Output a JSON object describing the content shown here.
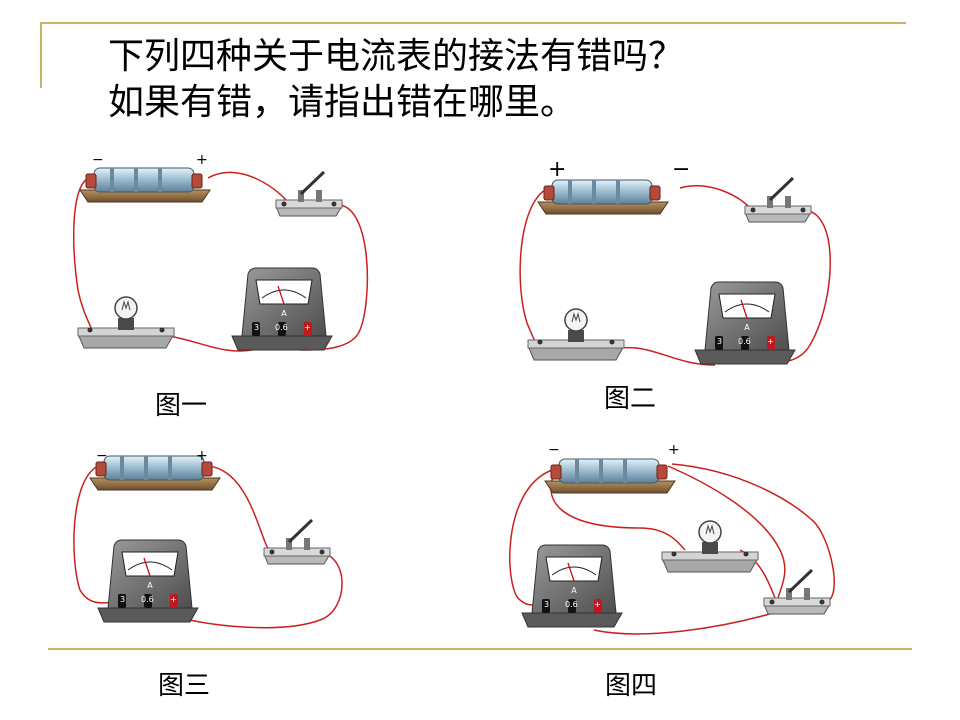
{
  "slide": {
    "title_line1": "下列四种关于电流表的接法有错吗？",
    "title_line2": "如果有错，请指出错在哪里。",
    "accent_color": "#c8b36a"
  },
  "figures": [
    {
      "caption": "图一",
      "battery_left_sign": "−",
      "battery_right_sign": "+",
      "ammeter_terminals": [
        "3",
        "0.6",
        "+"
      ]
    },
    {
      "caption": "图二",
      "battery_left_sign": "+",
      "battery_right_sign": "−",
      "ammeter_terminals": [
        "3",
        "0.6",
        "+"
      ]
    },
    {
      "caption": "图三",
      "battery_left_sign": "−",
      "battery_right_sign": "+",
      "ammeter_terminals": [
        "3",
        "0.6",
        "+"
      ]
    },
    {
      "caption": "图四",
      "battery_left_sign": "−",
      "battery_right_sign": "+",
      "ammeter_terminals": [
        "3",
        "0.6",
        "+"
      ]
    }
  ],
  "components": {
    "battery": "battery-icon",
    "switch": "switch-icon",
    "bulb": "bulb-icon",
    "ammeter": "ammeter-icon"
  },
  "colors": {
    "wire": "#cc2020",
    "board": "#8b6a3e",
    "ammeter_body": "#6f6f6f",
    "battery_glass": "#a9c6d9"
  }
}
